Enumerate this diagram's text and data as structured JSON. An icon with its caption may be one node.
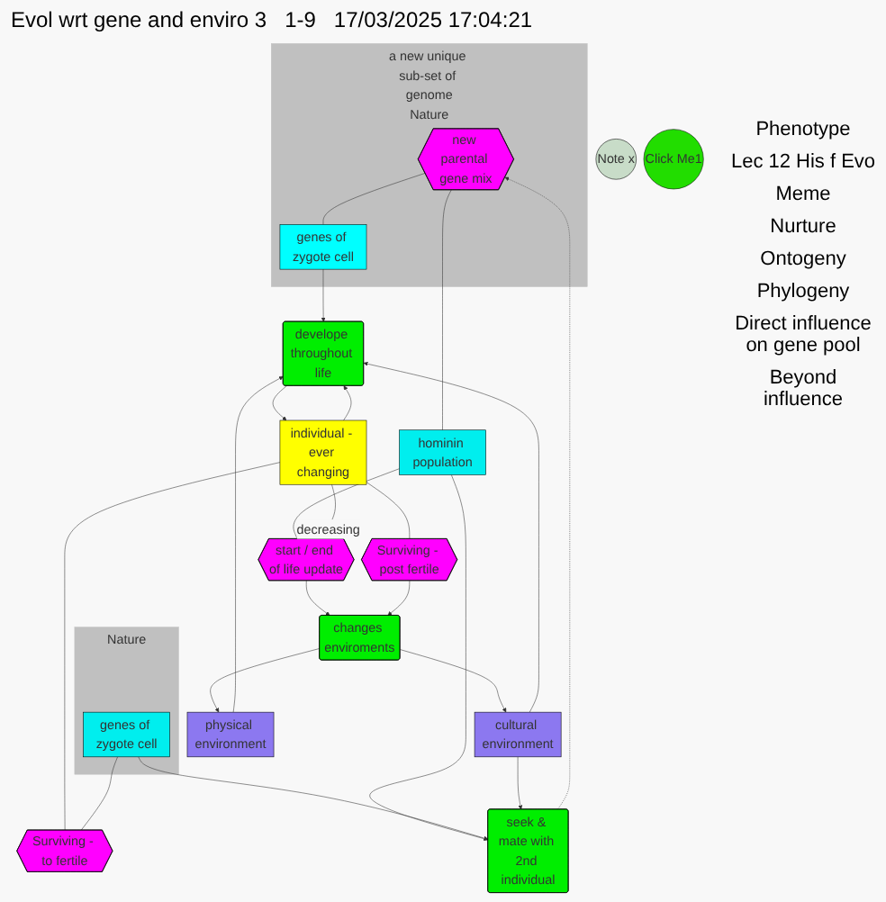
{
  "diagram": {
    "title": "Evol wrt gene and enviro 3   1-9   17/03/2025 17:04:21",
    "nodes": [
      {
        "text": [
          "a new unique sub-set of genome",
          "Nature"
        ]
      },
      {
        "text": [
          "new parental gene mix"
        ],
        "in": 0
      },
      {
        "text": [
          "genes of zygote cell"
        ],
        "in": 0
      },
      {
        "text": [
          "Note x"
        ]
      },
      {
        "text": [
          "Click Me1"
        ]
      },
      {
        "text": [
          "seek & mate with 2nd individual"
        ]
      },
      {
        "text": [
          "cultural environment"
        ]
      },
      {
        "text": [
          "physical environment"
        ]
      },
      {
        "text": [
          "Nature"
        ]
      },
      {
        "text": [
          "hominin population"
        ]
      },
      {
        "text": [
          "genes of zygote cell"
        ],
        "in": 8
      },
      {
        "text": [
          "develope throughout life"
        ]
      },
      {
        "text": [
          "changes enviroments"
        ]
      },
      {
        "text": [
          "individual - ever changing"
        ]
      },
      {
        "text": [
          "Surviving - to fertile"
        ]
      },
      {
        "text": [
          "start / end of life update"
        ]
      },
      {
        "text": [
          "Surviving - post fertile"
        ]
      }
    ],
    "edges": [
      {
        "from": 1,
        "to": 2,
        "arrow": "none"
      },
      {
        "from": 5,
        "to": 1,
        "arrow": "to",
        "style": "dashed"
      },
      {
        "from": 1,
        "to": 9,
        "arrow": "none"
      },
      {
        "from": 2,
        "to": 11,
        "arrow": "to"
      },
      {
        "from": 9,
        "to": 5,
        "arrow": "to"
      },
      {
        "from": 10,
        "to": 5,
        "arrow": "to"
      },
      {
        "from": 6,
        "to": 5,
        "arrow": "to"
      },
      {
        "from": 6,
        "to": 11,
        "arrow": "to"
      },
      {
        "from": 7,
        "to": 11,
        "arrow": "to"
      },
      {
        "from": 12,
        "to": 7,
        "arrow": "to"
      },
      {
        "from": 12,
        "to": 6,
        "arrow": "to"
      },
      {
        "from": 11,
        "to": 13,
        "arrow": "to"
      },
      {
        "from": 13,
        "to": 11,
        "arrow": "to"
      },
      {
        "from": 13,
        "to": 14,
        "arrow": "none"
      },
      {
        "from": 10,
        "to": 14,
        "arrow": "none"
      },
      {
        "from": 9,
        "to": 15,
        "arrow": "none",
        "label": "decreasing"
      },
      {
        "from": 15,
        "to": 12,
        "arrow": "to"
      },
      {
        "from": 13,
        "to": 15,
        "arrow": "none"
      },
      {
        "from": 13,
        "to": 16,
        "arrow": "none"
      },
      {
        "from": 16,
        "to": 12,
        "arrow": "to"
      }
    ],
    "labels": [
      "Phenotype",
      "Lec 12 His f Evo",
      "Meme",
      "Nurture",
      "Ontogeny",
      "Phylogeny",
      "Direct influence on gene pool",
      "Beyond influence"
    ]
  }
}
